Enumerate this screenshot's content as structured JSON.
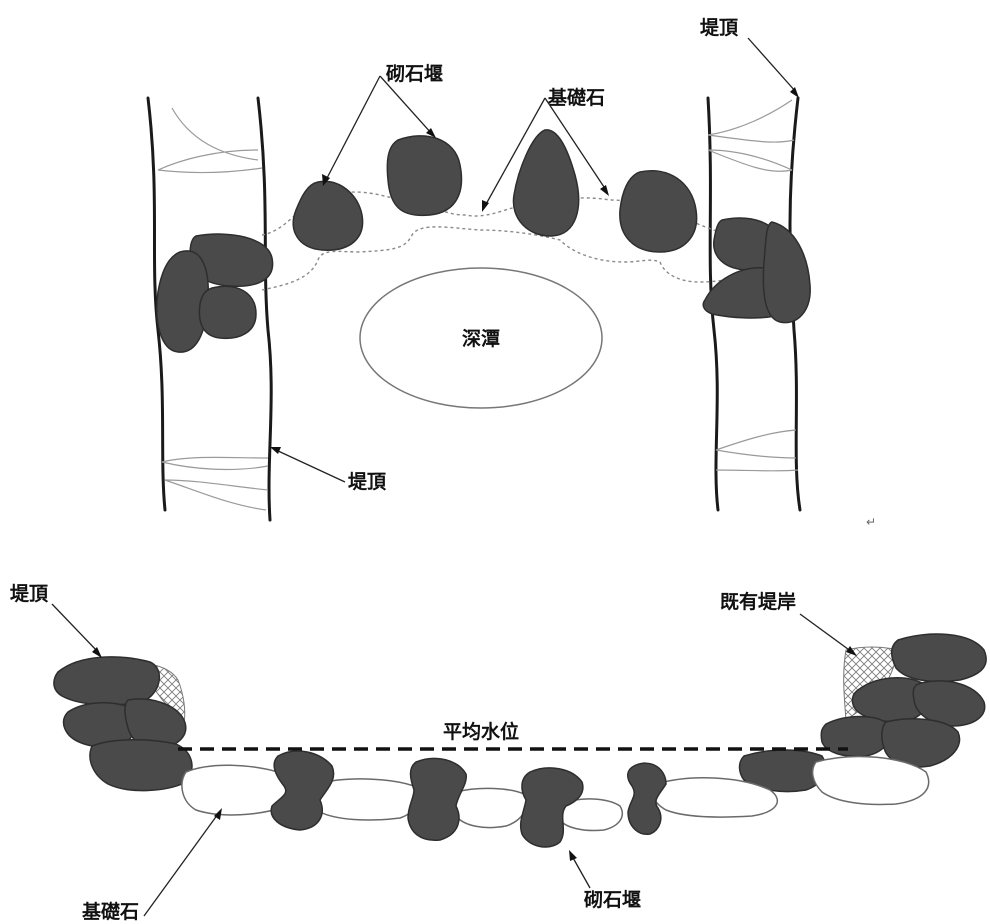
{
  "plan_view": {
    "labels": {
      "weir": "砌石堰",
      "foundation": "基礎石",
      "dike_top_right": "堤頂",
      "dike_top_left": "堤頂",
      "pool": "深潭"
    }
  },
  "section_view": {
    "labels": {
      "dike_top": "堤頂",
      "existing_bank": "既有堤岸",
      "mean_water_level": "平均水位",
      "foundation": "基礎石",
      "weir": "砌石堰"
    }
  },
  "marks": {
    "return_symbol": "↵"
  },
  "colors": {
    "stone_fill": "#4a4a4a",
    "outline": "#1a1a1a"
  }
}
